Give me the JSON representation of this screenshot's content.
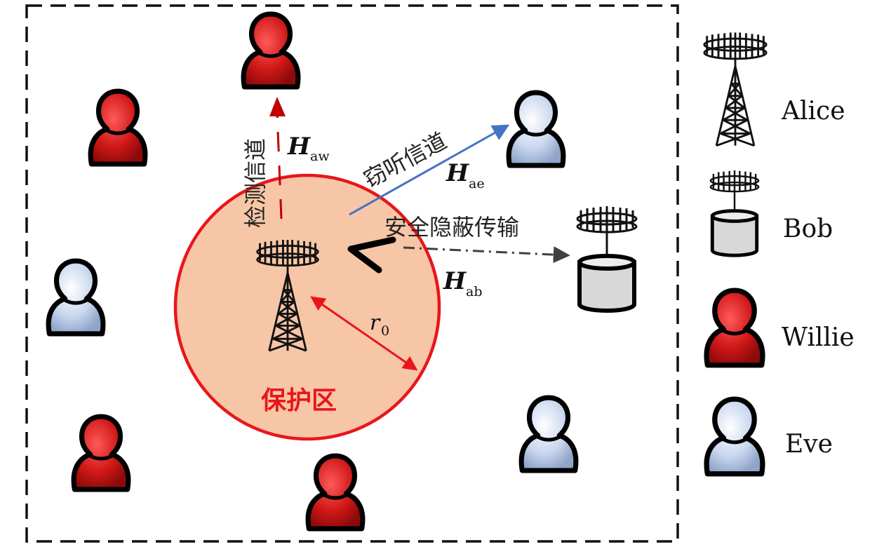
{
  "legend": {
    "alice": "Alice",
    "bob": "Bob",
    "willie": "Willie",
    "eve": "Eve"
  },
  "labels": {
    "detection_channel": "检测信道",
    "eavesdrop_channel": "窃听信道",
    "covert_transmission": "安全隐蔽传输",
    "protected_zone": "保护区",
    "radius_symbol": "r",
    "radius_sub": "0",
    "h_symbol": "H",
    "h_aw_sub": "aw",
    "h_ae_sub": "ae",
    "h_ab_sub": "ab"
  },
  "colors": {
    "willie_red": "#d01818",
    "eve_blue": "#c8d6ee",
    "zone_fill": "#f7c6a6",
    "zone_stroke": "#e8161b",
    "eavesdrop_arrow": "#4472c4",
    "detect_arrow": "#c00000",
    "bob_body": "#d8d8d8"
  },
  "icons": [
    "alice-tower-icon",
    "bob-station-icon",
    "willie-person-icon",
    "eve-person-icon"
  ]
}
